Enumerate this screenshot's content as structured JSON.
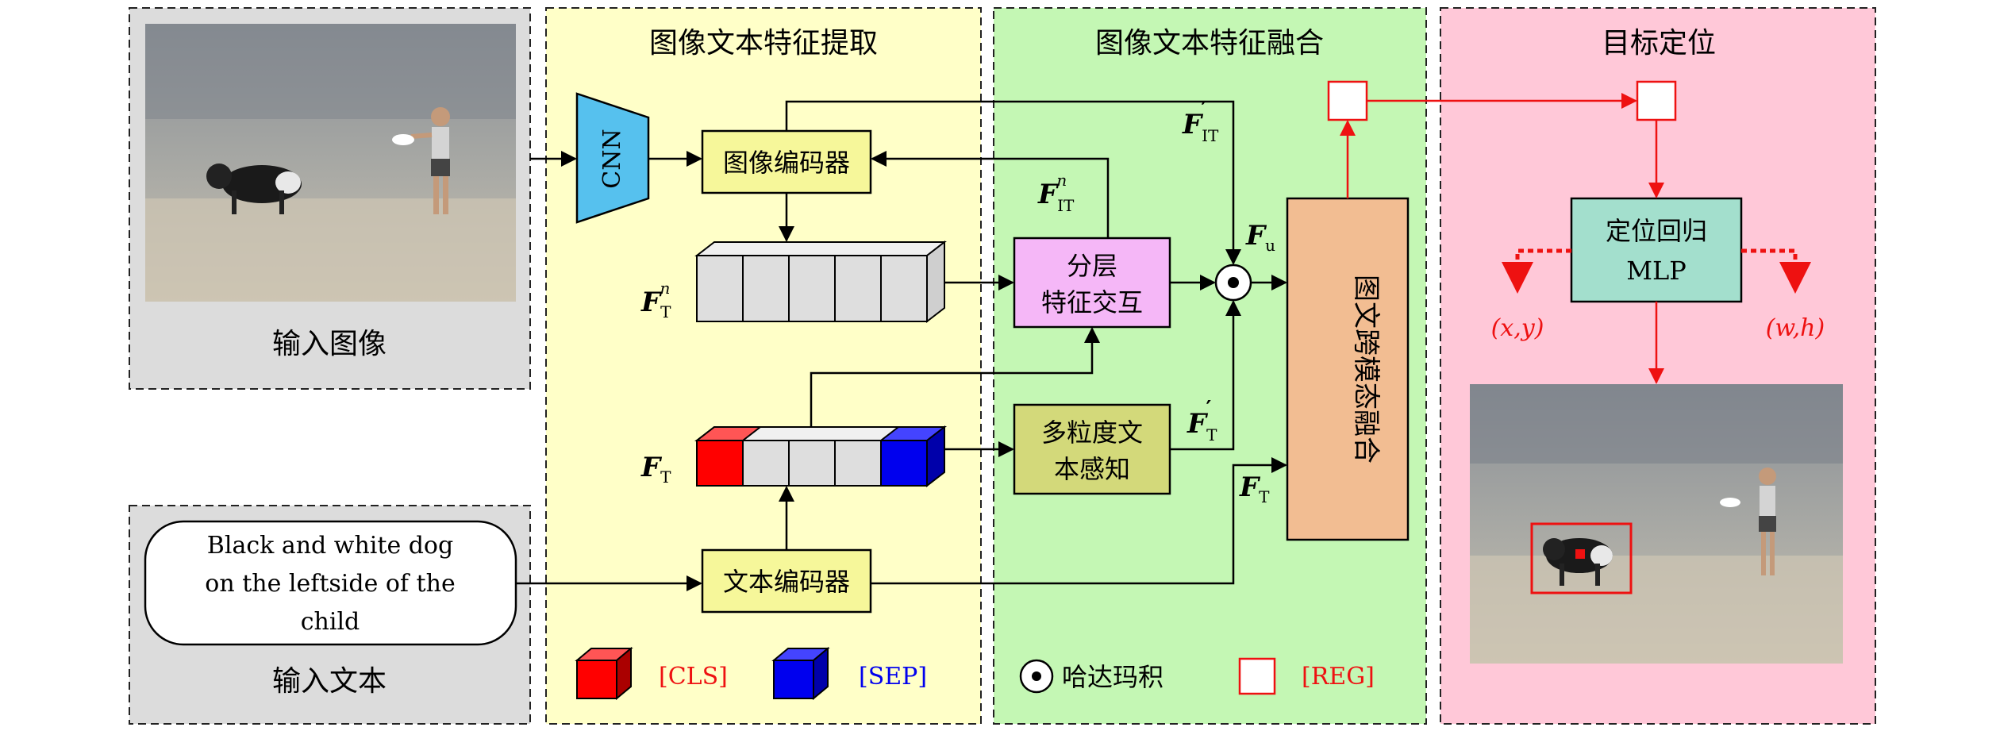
{
  "panels": {
    "input_image": {
      "title": "输入图像"
    },
    "input_text": {
      "title": "输入文本",
      "query": [
        "Black and white dog",
        "on the leftside of the",
        "child"
      ]
    },
    "extraction": {
      "title": "图像文本特征提取"
    },
    "fusion": {
      "title": "图像文本特征融合"
    },
    "localization": {
      "title": "目标定位"
    }
  },
  "blocks": {
    "cnn": "CNN",
    "image_encoder": "图像编码器",
    "text_encoder": "文本编码器",
    "hierarchical": [
      "分层",
      "特征交互"
    ],
    "multigranular": [
      "多粒度文",
      "本感知"
    ],
    "cross_modal": "图文跨模态融合",
    "locator": [
      "定位回归",
      "MLP"
    ]
  },
  "features": {
    "ft_n": {
      "main": "F",
      "sub": "T",
      "sup": "n"
    },
    "ft": {
      "main": "F",
      "sub": "T"
    },
    "fit_n": {
      "main": "F",
      "sub": "IT",
      "sup": "n"
    },
    "fit_prime": {
      "main": "F",
      "sub": "IT",
      "sup": "′"
    },
    "ft_prime": {
      "main": "F",
      "sub": "T",
      "sup": "′"
    },
    "ft_2": {
      "main": "F",
      "sub": "T"
    },
    "fu": {
      "main": "F",
      "sub": "u"
    }
  },
  "outputs": {
    "xy": "(x,y)",
    "wh": "(w,h)"
  },
  "legend": {
    "cls": "[CLS]",
    "sep": "[SEP]",
    "hadamard": "哈达玛积",
    "reg": "[REG]"
  },
  "colors": {
    "panel_gray": "#dcdcdc",
    "panel_yellow": "#ffffc8",
    "panel_green": "#c4f7b4",
    "panel_pink": "#ffc8d8",
    "encoder_yellow": "#f6f79a",
    "cnn_blue": "#56c1ee",
    "interaction_pink": "#f5b7f7",
    "multigranular_olive": "#d3d97a",
    "fusion_orange": "#f2bd92",
    "mlp_teal": "#a3dfcd",
    "token_red": "#ff0000",
    "token_blue": "#0000ee",
    "token_gray": "#dedede",
    "reg_red": "#ee1111"
  }
}
